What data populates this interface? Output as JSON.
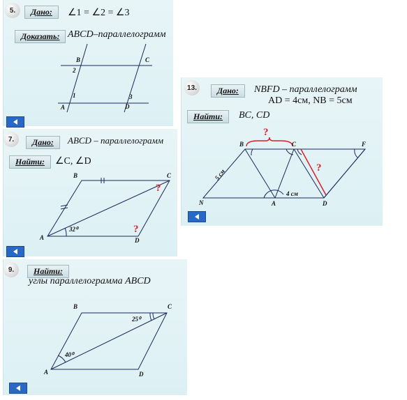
{
  "p5": {
    "number": "5.",
    "given_label": "Дано:",
    "given_text": "∠1 = ∠2 = ∠3",
    "prove_label": "Доказать:",
    "prove_text": "ABCD–параллелограмм",
    "points": [
      "B",
      "C",
      "A",
      "D"
    ],
    "angles": [
      "2",
      "1",
      "3"
    ]
  },
  "p7": {
    "number": "7.",
    "given_label": "Дано:",
    "given_text": "ABCD – параллелограмм",
    "find_label": "Найти:",
    "find_text": "∠C, ∠D",
    "points": [
      "B",
      "C",
      "A",
      "D"
    ],
    "angle_label": "32⁰",
    "question_mark": "?"
  },
  "p9": {
    "number": "9.",
    "find_label": "Найти:",
    "find_text": "углы параллелограмма ABCD",
    "points": [
      "B",
      "C",
      "A",
      "D"
    ],
    "angle_c": "25⁰",
    "angle_a": "40⁰"
  },
  "p13": {
    "number": "13.",
    "given_label": "Дано:",
    "given_line1": "NBFD – параллелограмм",
    "given_line2": "AD = 4см, NB = 5см",
    "find_label": "Найти:",
    "find_text": "BC, CD",
    "points": [
      "B",
      "C",
      "F",
      "N",
      "A",
      "D"
    ],
    "len_nb": "5 см",
    "len_ad": "4 см",
    "question_mark": "?"
  },
  "colors": {
    "panel_bg": "#e0f2f5",
    "nav_button": "#2a68c8",
    "question": "#d8202a"
  }
}
